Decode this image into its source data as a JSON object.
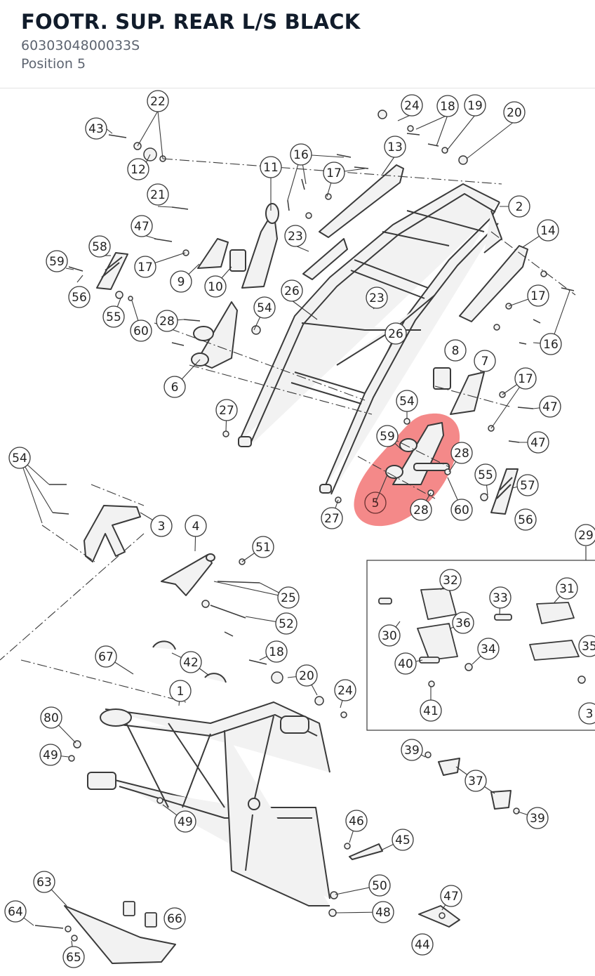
{
  "header": {
    "title": "FOOTR. SUP. REAR L/S BLACK",
    "part_number": "6030304800033S",
    "position": "Position 5"
  },
  "diagram": {
    "selected_callout": "5",
    "highlight_color": "#ee4040",
    "line_color": "#3a3a3a",
    "part_fill": "#f2f2f2",
    "callouts": [
      {
        "id": "c22",
        "label": "22"
      },
      {
        "id": "c43",
        "label": "43"
      },
      {
        "id": "c12",
        "label": "12"
      },
      {
        "id": "c21",
        "label": "21"
      },
      {
        "id": "c47a",
        "label": "47"
      },
      {
        "id": "c58",
        "label": "58"
      },
      {
        "id": "c59a",
        "label": "59"
      },
      {
        "id": "c17a",
        "label": "17"
      },
      {
        "id": "c9",
        "label": "9"
      },
      {
        "id": "c10",
        "label": "10"
      },
      {
        "id": "c56a",
        "label": "56"
      },
      {
        "id": "c55a",
        "label": "55"
      },
      {
        "id": "c60a",
        "label": "60"
      },
      {
        "id": "c11",
        "label": "11"
      },
      {
        "id": "c16a",
        "label": "16"
      },
      {
        "id": "c17b",
        "label": "17"
      },
      {
        "id": "c13",
        "label": "13"
      },
      {
        "id": "c24a",
        "label": "24"
      },
      {
        "id": "c18a",
        "label": "18"
      },
      {
        "id": "c19",
        "label": "19"
      },
      {
        "id": "c20a",
        "label": "20"
      },
      {
        "id": "c2",
        "label": "2"
      },
      {
        "id": "c14",
        "label": "14"
      },
      {
        "id": "c23a",
        "label": "23"
      },
      {
        "id": "c26a",
        "label": "26"
      },
      {
        "id": "c23b",
        "label": "23"
      },
      {
        "id": "c54a",
        "label": "54"
      },
      {
        "id": "c17c",
        "label": "17"
      },
      {
        "id": "c16b",
        "label": "16"
      },
      {
        "id": "c28a",
        "label": "28"
      },
      {
        "id": "c6",
        "label": "6"
      },
      {
        "id": "c26b",
        "label": "26"
      },
      {
        "id": "c8",
        "label": "8"
      },
      {
        "id": "c7",
        "label": "7"
      },
      {
        "id": "c17d",
        "label": "17"
      },
      {
        "id": "c47b",
        "label": "47"
      },
      {
        "id": "c47c",
        "label": "47"
      },
      {
        "id": "c27a",
        "label": "27"
      },
      {
        "id": "c54b",
        "label": "54"
      },
      {
        "id": "c59b",
        "label": "59"
      },
      {
        "id": "c28b",
        "label": "28"
      },
      {
        "id": "c5",
        "label": "5"
      },
      {
        "id": "c28c",
        "label": "28"
      },
      {
        "id": "c60b",
        "label": "60"
      },
      {
        "id": "c27b",
        "label": "27"
      },
      {
        "id": "c55b",
        "label": "55"
      },
      {
        "id": "c57",
        "label": "57"
      },
      {
        "id": "c56b",
        "label": "56"
      },
      {
        "id": "c54c",
        "label": "54"
      },
      {
        "id": "c3",
        "label": "3"
      },
      {
        "id": "c4",
        "label": "4"
      },
      {
        "id": "c51",
        "label": "51"
      },
      {
        "id": "c25",
        "label": "25"
      },
      {
        "id": "c52",
        "label": "52"
      },
      {
        "id": "c29",
        "label": "29"
      },
      {
        "id": "c32",
        "label": "32"
      },
      {
        "id": "c31",
        "label": "31"
      },
      {
        "id": "c33",
        "label": "33"
      },
      {
        "id": "c36",
        "label": "36"
      },
      {
        "id": "c30",
        "label": "30"
      },
      {
        "id": "c35",
        "label": "35"
      },
      {
        "id": "c34",
        "label": "34"
      },
      {
        "id": "c40",
        "label": "40"
      },
      {
        "id": "c41",
        "label": "41"
      },
      {
        "id": "c3b",
        "label": "3"
      },
      {
        "id": "c67",
        "label": "67"
      },
      {
        "id": "c42",
        "label": "42"
      },
      {
        "id": "c18b",
        "label": "18"
      },
      {
        "id": "c20b",
        "label": "20"
      },
      {
        "id": "c24b",
        "label": "24"
      },
      {
        "id": "c1",
        "label": "1"
      },
      {
        "id": "c80",
        "label": "80"
      },
      {
        "id": "c49a",
        "label": "49"
      },
      {
        "id": "c49b",
        "label": "49"
      },
      {
        "id": "c39a",
        "label": "39"
      },
      {
        "id": "c37",
        "label": "37"
      },
      {
        "id": "c39b",
        "label": "39"
      },
      {
        "id": "c46",
        "label": "46"
      },
      {
        "id": "c45",
        "label": "45"
      },
      {
        "id": "c50",
        "label": "50"
      },
      {
        "id": "c48",
        "label": "48"
      },
      {
        "id": "c47d",
        "label": "47"
      },
      {
        "id": "c44",
        "label": "44"
      },
      {
        "id": "c63",
        "label": "63"
      },
      {
        "id": "c64",
        "label": "64"
      },
      {
        "id": "c65",
        "label": "65"
      },
      {
        "id": "c66",
        "label": "66"
      }
    ]
  }
}
